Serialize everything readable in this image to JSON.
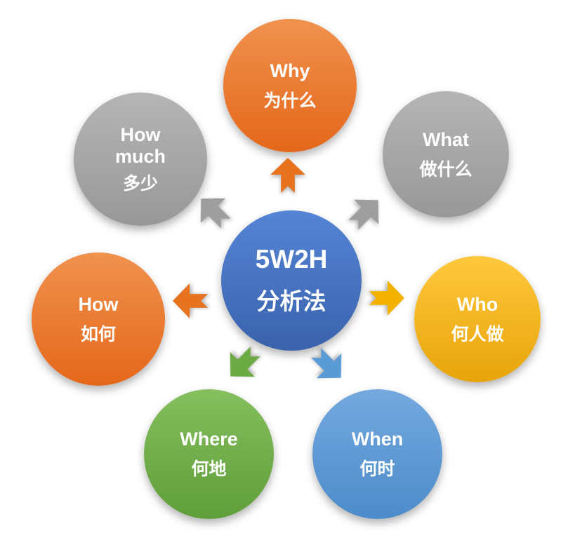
{
  "diagram": {
    "title": "5W2H 分析法",
    "center": {
      "line1": "5W2H",
      "line2": "分析法",
      "color": "#4472C4"
    },
    "nodes": [
      {
        "id": "why",
        "en": "Why",
        "zh": "为什么",
        "color": "#E8731F",
        "position": "top",
        "arrow_direction": "up"
      },
      {
        "id": "what",
        "en": "What",
        "zh": "做什么",
        "color": "#9E9E9E",
        "position": "top-right",
        "arrow_direction": "up-right"
      },
      {
        "id": "who",
        "en": "Who",
        "zh": "何人做",
        "color": "#F3B200",
        "position": "right",
        "arrow_direction": "right"
      },
      {
        "id": "when",
        "en": "When",
        "zh": "何时",
        "color": "#5B9BD5",
        "position": "bottom-right",
        "arrow_direction": "down-right"
      },
      {
        "id": "where",
        "en": "Where",
        "zh": "何地",
        "color": "#6CAB44",
        "position": "bottom-left",
        "arrow_direction": "down-left"
      },
      {
        "id": "how",
        "en": "How",
        "zh": "如何",
        "color": "#E8731F",
        "position": "left",
        "arrow_direction": "left"
      },
      {
        "id": "how_much",
        "en": "How much",
        "zh": "多少",
        "color": "#9E9E9E",
        "position": "top-left",
        "arrow_direction": "up-left"
      }
    ]
  }
}
